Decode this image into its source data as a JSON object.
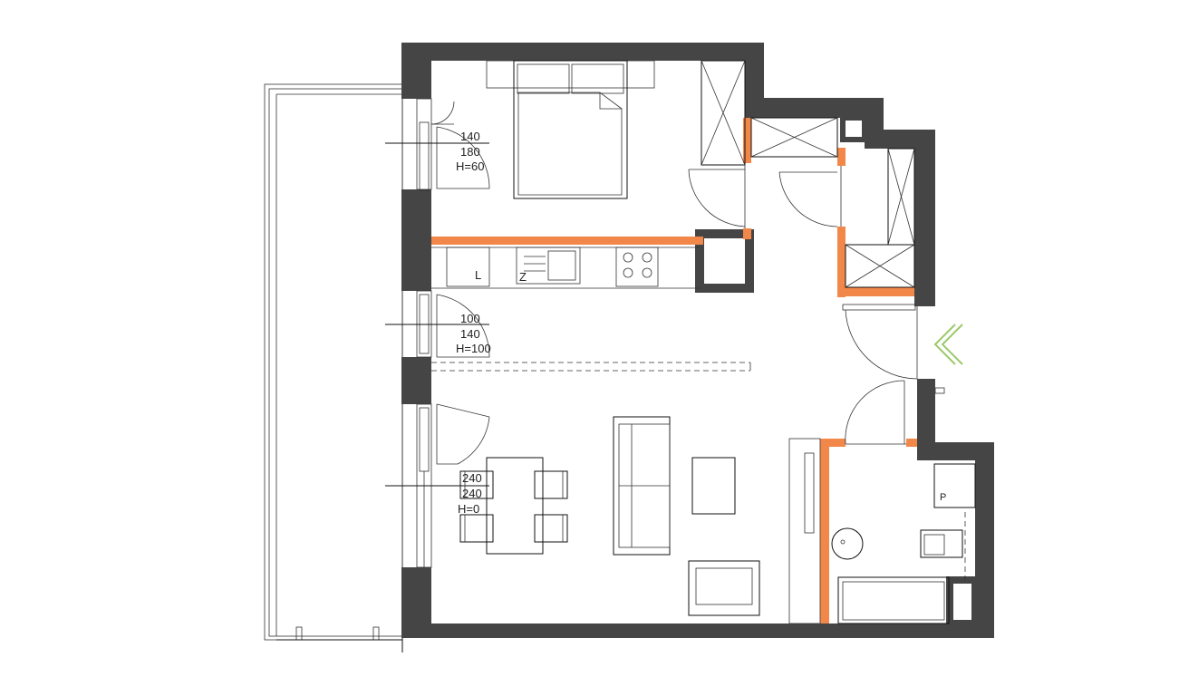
{
  "colors": {
    "wall": "#454545",
    "partition": "#f2874a",
    "entrance_arrow": "#9cc96b",
    "line": "#111111"
  },
  "windows": [
    {
      "width": "140",
      "height": "180",
      "sill": "H=60"
    },
    {
      "width": "100",
      "height": "140",
      "sill": "H=100"
    },
    {
      "width": "240",
      "height": "240",
      "sill": "H=0"
    }
  ],
  "fixture_labels": {
    "sink_mark": "L",
    "fridge_mark": "Z",
    "washer_mark": "P"
  },
  "icons": {
    "entrance": "double-chevron-left-icon"
  }
}
